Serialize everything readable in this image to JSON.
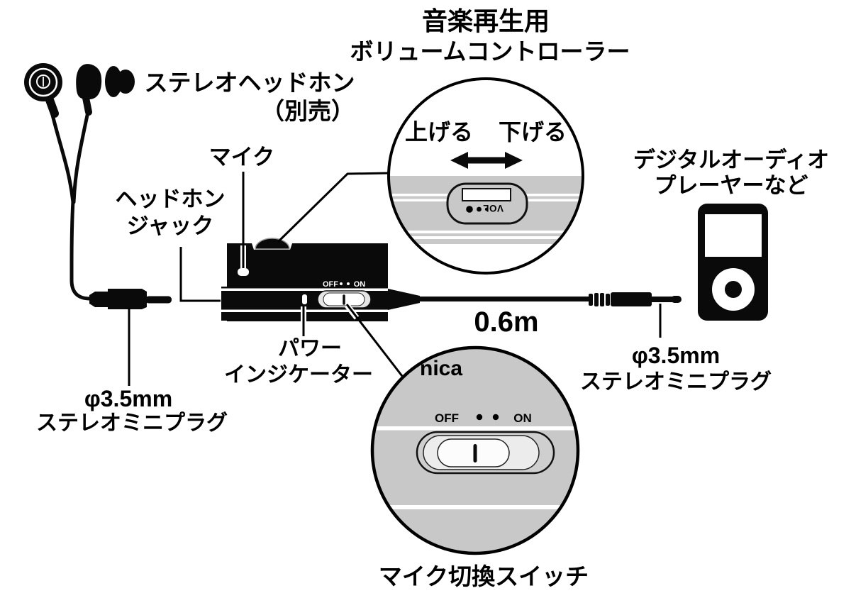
{
  "title": {
    "line1": "音楽再生用",
    "line2": "ボリュームコントローラー"
  },
  "labels": {
    "stereo_headphones_1": "ステレオヘッドホン",
    "stereo_headphones_2": "（別売）",
    "mic": "マイク",
    "headphone_jack_1": "ヘッドホン",
    "headphone_jack_2": "ジャック",
    "power_indicator_1": "パワー",
    "power_indicator_2": "インジケーター",
    "plug_left_1": "φ3.5mm",
    "plug_left_2": "ステレオミニプラグ",
    "cable_length": "0.6m",
    "plug_right_1": "φ3.5mm",
    "plug_right_2": "ステレオミニプラグ",
    "player_1": "デジタルオーディオ",
    "player_2": "プレーヤーなど",
    "mic_switch": "マイク切換スイッチ"
  },
  "volume_detail": {
    "raise": "上げる",
    "lower": "下げる",
    "vol": "VOL"
  },
  "switch_detail": {
    "off": "OFF",
    "on": "ON",
    "brand_partial": "nica"
  },
  "device": {
    "off": "OFF",
    "on": "ON"
  },
  "colors": {
    "ink": "#0a0a0a",
    "zoom_circle_gray": "#c8c8c8",
    "switch_recess_gray": "#ececec",
    "white": "#ffffff"
  }
}
